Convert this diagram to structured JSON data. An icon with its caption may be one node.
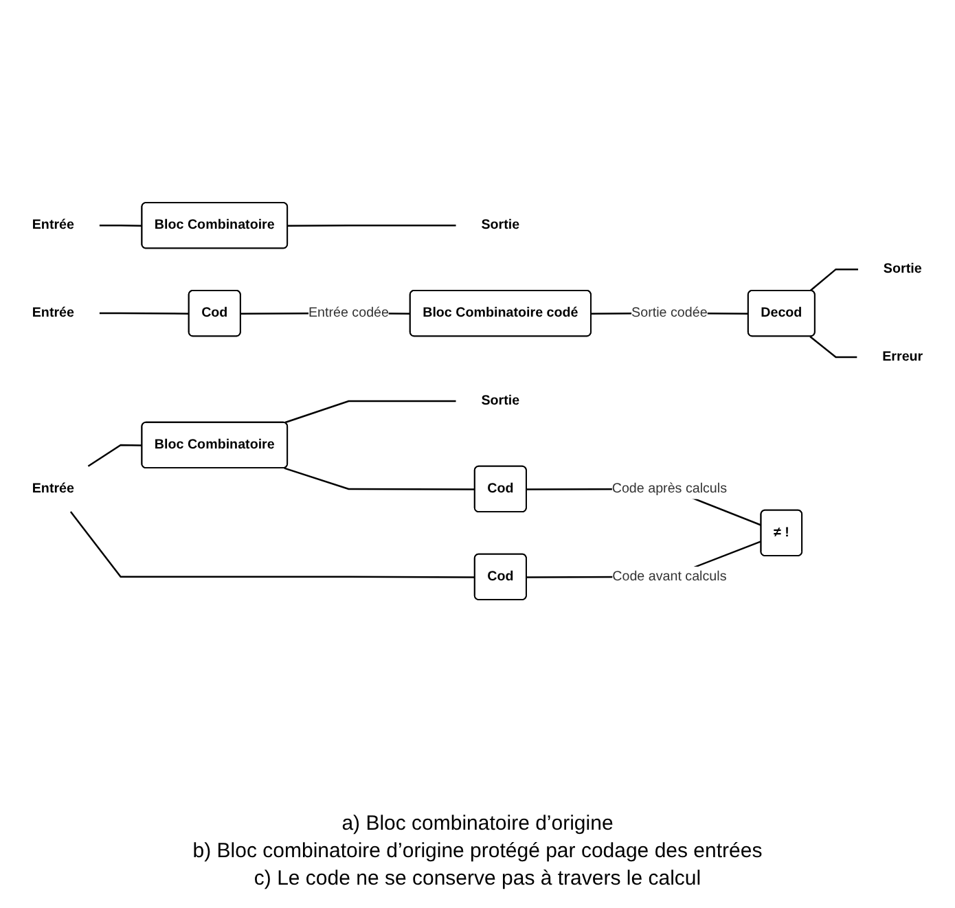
{
  "diagram": {
    "nodes": [
      {
        "text": [
          "Entrée"
        ]
      },
      {
        "text": [
          "Bloc Combinatoire"
        ]
      },
      {
        "text": [
          "Sortie"
        ]
      },
      {
        "text": [
          "Entrée"
        ]
      },
      {
        "text": [
          "Cod"
        ]
      },
      {
        "text": [
          "Bloc Combinatoire codé"
        ]
      },
      {
        "text": [
          "Decod"
        ]
      },
      {
        "text": [
          "Sortie"
        ]
      },
      {
        "text": [
          "Erreur"
        ]
      },
      {
        "text": [
          "Entrée"
        ]
      },
      {
        "text": [
          "Bloc Combinatoire"
        ]
      },
      {
        "text": [
          "Sortie"
        ]
      },
      {
        "text": [
          "Cod"
        ]
      },
      {
        "text": [
          "Cod"
        ]
      },
      {
        "text": [
          "≠ !"
        ]
      }
    ],
    "edges": [
      {
        "from": 0,
        "to": 1,
        "arrow": "none"
      },
      {
        "from": 1,
        "to": 2,
        "arrow": "none"
      },
      {
        "from": 3,
        "to": 4,
        "arrow": "none"
      },
      {
        "from": 4,
        "to": 5,
        "arrow": "none",
        "label": "Entrée codée"
      },
      {
        "from": 5,
        "to": 6,
        "arrow": "none",
        "label": "Sortie codée"
      },
      {
        "from": 6,
        "to": 7,
        "arrow": "none"
      },
      {
        "from": 6,
        "to": 8,
        "arrow": "none"
      },
      {
        "from": 9,
        "to": 10,
        "arrow": "none"
      },
      {
        "from": 9,
        "to": 13,
        "arrow": "none"
      },
      {
        "from": 10,
        "to": 11,
        "arrow": "none"
      },
      {
        "from": 10,
        "to": 12,
        "arrow": "none"
      },
      {
        "from": 12,
        "to": 14,
        "arrow": "none",
        "label": "Code après calculs"
      },
      {
        "from": 13,
        "to": 14,
        "arrow": "none",
        "label": "Code avant calculs"
      }
    ],
    "labels": [
      "a) Bloc combinatoire d’origine",
      "b) Bloc combinatoire d’origine protégé par codage des entrées",
      "c) Le code ne se conserve pas à travers le calcul"
    ]
  }
}
